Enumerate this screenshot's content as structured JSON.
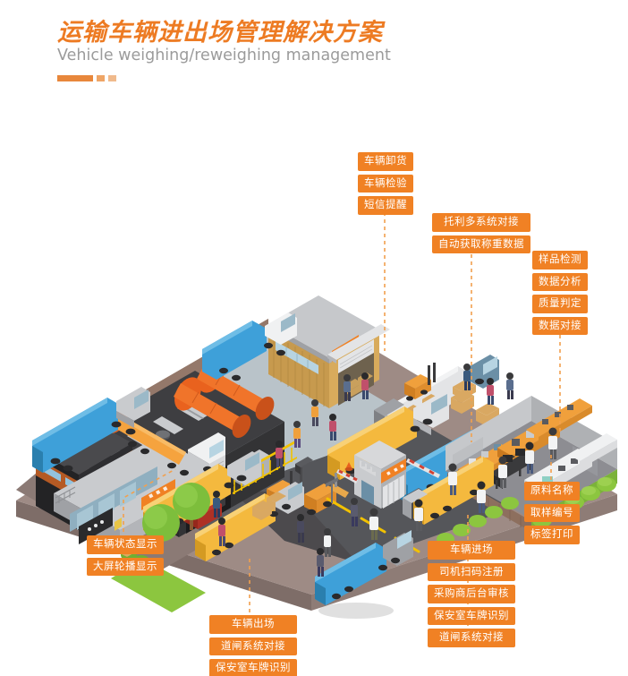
{
  "header": {
    "title_cn": "运输车辆进出场管理解决方案",
    "title_en": "Vehicle weighing/reweighing management",
    "accent_color": "#ED7B23",
    "subtitle_color": "#9b9b9b"
  },
  "theme": {
    "tag_fill": "#F08124",
    "tag_text": "#FFFFFF",
    "leader_line": "#F2A04E",
    "ground": "#9E8B85",
    "asphalt": "#4C4A4D",
    "yard_floor": "#B9C3C9",
    "warehouse_dark": "#3A3A3C",
    "warehouse_tan": "#C79A4E",
    "lab_floor": "#8D8D92",
    "hedge_green": "#8CC63F",
    "truck_yellow": "#F4B93E",
    "truck_blue": "#3EA0D9",
    "tank_orange": "#F0742A",
    "road_marking": "#F2C200"
  },
  "callouts": [
    {
      "id": "unloading",
      "name": "vehicle-unloading-group",
      "tags": [
        "车辆卸货",
        "车辆检验",
        "短信提醒"
      ]
    },
    {
      "id": "weighing",
      "name": "weighing-system-group",
      "tags": [
        "托利多系统对接",
        "自动获取称重数据"
      ]
    },
    {
      "id": "lab",
      "name": "lab-testing-group",
      "tags": [
        "样品检测",
        "数据分析",
        "质量判定",
        "数据对接"
      ]
    },
    {
      "id": "sampling",
      "name": "sampling-label-group",
      "tags": [
        "原料名称",
        "取样编号",
        "标签打印"
      ]
    },
    {
      "id": "entry",
      "name": "vehicle-entry-group",
      "tags": [
        "车辆进场",
        "司机扫码注册",
        "采购商后台审核",
        "保安室车牌识别",
        "道闸系统对接"
      ]
    },
    {
      "id": "exit",
      "name": "vehicle-exit-group",
      "tags": [
        "车辆出场",
        "道闸系统对接",
        "保安室车牌识别"
      ]
    },
    {
      "id": "display",
      "name": "vehicle-status-display-group",
      "tags": [
        "车辆状态显示",
        "大屏轮播显示"
      ]
    }
  ]
}
